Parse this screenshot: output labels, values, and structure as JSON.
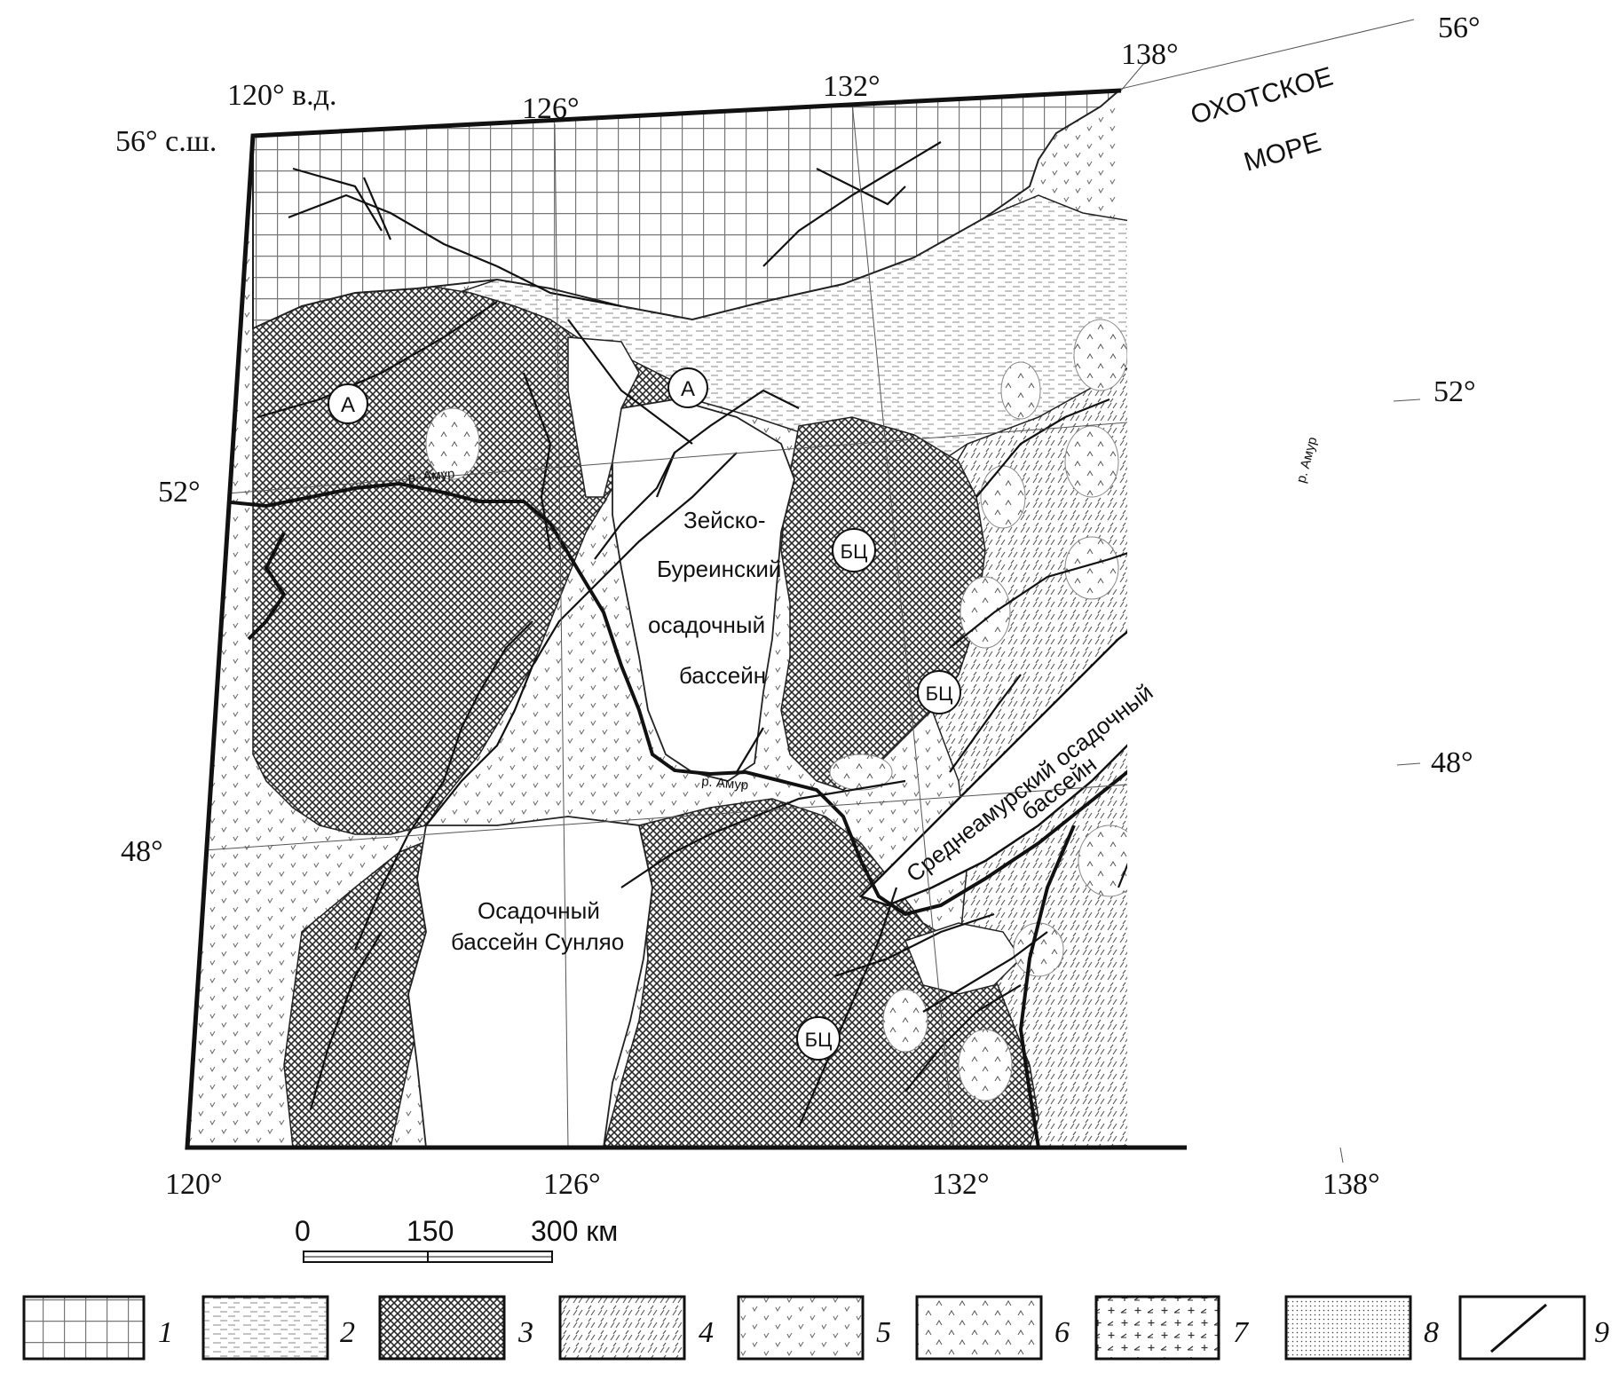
{
  "labels": {
    "lon_120_top": "120° в.д.",
    "lat_56_left": "56° с.ш.",
    "lon_126_top": "126°",
    "lon_132_top": "132°",
    "lon_138_top": "138°",
    "lat_56_right": "56°",
    "lat_52_left": "52°",
    "lat_52_right": "52°",
    "lat_48_left": "48°",
    "lat_48_right": "48°",
    "lon_120_bottom": "120°",
    "lon_126_bottom": "126°",
    "lon_132_bottom": "132°",
    "lon_138_bottom": "138°",
    "sea_line1": "ОХОТСКОЕ",
    "sea_line2": "МОРЕ",
    "basin_zeya_1": "Зейско-",
    "basin_zeya_2": "Буреинский",
    "basin_zeya_3": "осадочный",
    "basin_zeya_4": "бассейн",
    "basin_sredneamur_1": "Среднеамурский осадочный",
    "basin_sredneamur_2": "бассейн",
    "basin_sunlyao_1": "Осадочный",
    "basin_sunlyao_2": "бассейн Сунляо",
    "river_amur_1": "р. Амур",
    "river_amur_2": "р. Амур",
    "river_amur_3": "р. Амур",
    "block_a_1": "А",
    "block_a_2": "А",
    "block_bc_1": "БЦ",
    "block_bc_2": "БЦ",
    "block_bc_3": "БЦ"
  },
  "scale_bar": {
    "tick_0": "0",
    "tick_150": "150",
    "tick_300": "300 км"
  },
  "legend": [
    {
      "num": "1",
      "pattern": "grid"
    },
    {
      "num": "2",
      "pattern": "dashes"
    },
    {
      "num": "3",
      "pattern": "crosshatch"
    },
    {
      "num": "4",
      "pattern": "diagonal-dash"
    },
    {
      "num": "5",
      "pattern": "v-marks"
    },
    {
      "num": "6",
      "pattern": "carets"
    },
    {
      "num": "7",
      "pattern": "plus-angle"
    },
    {
      "num": "8",
      "pattern": "dots"
    },
    {
      "num": "9",
      "pattern": "fault-line"
    }
  ]
}
